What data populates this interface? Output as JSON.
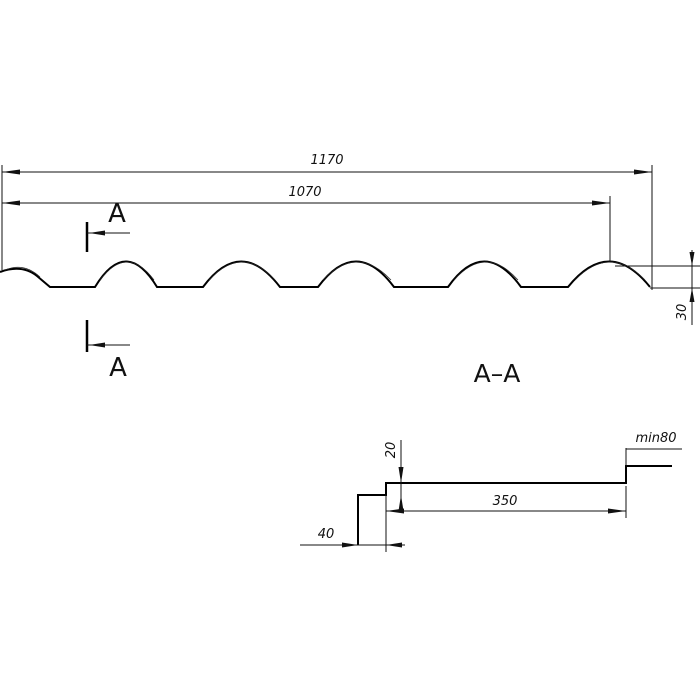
{
  "dimensions": {
    "overall_width": "1170",
    "effective_width": "1070",
    "wave_height": "30",
    "step_length": "350",
    "step_height": "20",
    "offset": "40",
    "overlap": "min80"
  },
  "section": {
    "cut_label_top": "A",
    "cut_label_bottom": "A",
    "view_label": "A–A"
  }
}
